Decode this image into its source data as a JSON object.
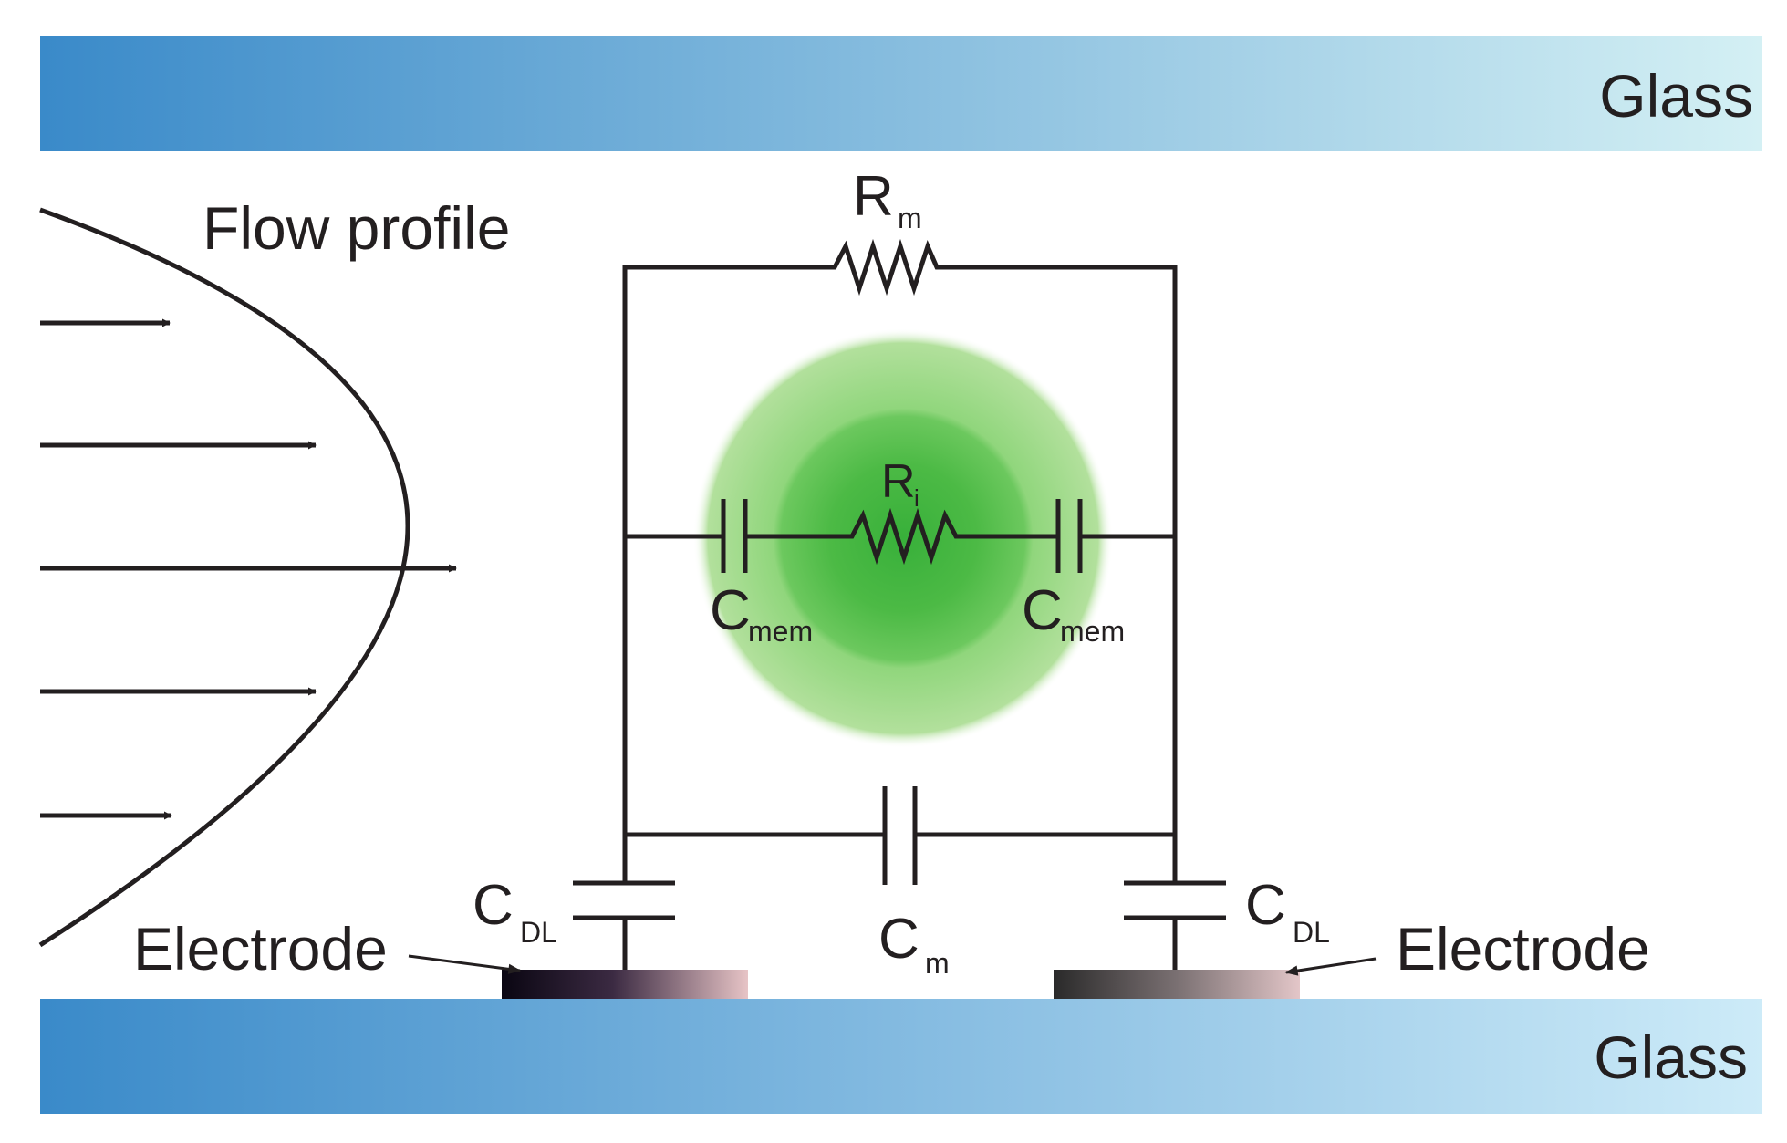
{
  "glass_top": {
    "label": "Glass"
  },
  "glass_bottom": {
    "label": "Glass"
  },
  "flow": {
    "label": "Flow profile"
  },
  "electrode_left": {
    "label": "Electrode"
  },
  "electrode_right": {
    "label": "Electrode"
  },
  "components": {
    "rm": {
      "symbol": "R",
      "sub": "m"
    },
    "ri": {
      "symbol": "R",
      "sub": "i"
    },
    "cmem_left": {
      "symbol": "C",
      "sub": "mem"
    },
    "cmem_right": {
      "symbol": "C",
      "sub": "mem"
    },
    "cm": {
      "symbol": "C",
      "sub": "m"
    },
    "cdl_left": {
      "symbol": "C",
      "sub": "DL"
    },
    "cdl_right": {
      "symbol": "C",
      "sub": "DL"
    }
  },
  "colors": {
    "glass_dark": "#3a8ac9",
    "glass_light": "#d4f0f4",
    "glass_bottom_light": "#cdebf8",
    "wire": "#231f20",
    "cell_core": "#38b03a",
    "cell_outer": "#a8dc8e",
    "electrode_left_dark": "#0a0612",
    "electrode_left_light": "#e7c4c6",
    "electrode_right_dark": "#2a2a2a",
    "electrode_right_light": "#e3c6c8"
  }
}
